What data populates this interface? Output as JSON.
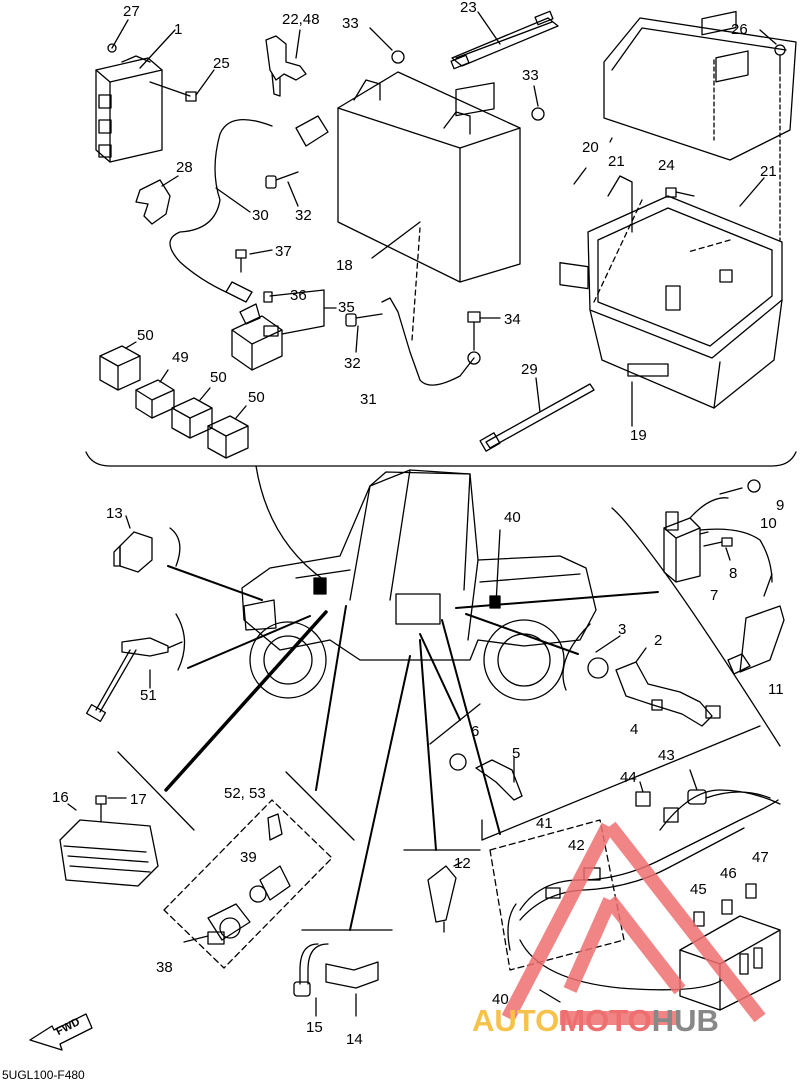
{
  "labels": [
    "27",
    "1",
    "25",
    "22,48",
    "33",
    "23",
    "26",
    "33",
    "28",
    "30",
    "32",
    "37",
    "18",
    "20",
    "21",
    "24",
    "21",
    "36",
    "35",
    "34",
    "50",
    "49",
    "32",
    "29",
    "50",
    "50",
    "31",
    "19",
    "13",
    "40",
    "9",
    "10",
    "8",
    "7",
    "3",
    "2",
    "11",
    "51",
    "6",
    "5",
    "4",
    "43",
    "44",
    "16",
    "17",
    "52, 53",
    "41",
    "42",
    "39",
    "12",
    "47",
    "45",
    "46",
    "38",
    "15",
    "14",
    "40"
  ],
  "fwd_label": "FWD",
  "diagram_code": "5UGL100-F480",
  "watermark": {
    "part1": "AUTO",
    "part2": "MOTO",
    "part3": "HUB"
  },
  "colors": {
    "line": "#000000",
    "watermark_yellow": "#f6c24a",
    "watermark_red": "#ee6f6f",
    "watermark_gray": "#888888"
  }
}
